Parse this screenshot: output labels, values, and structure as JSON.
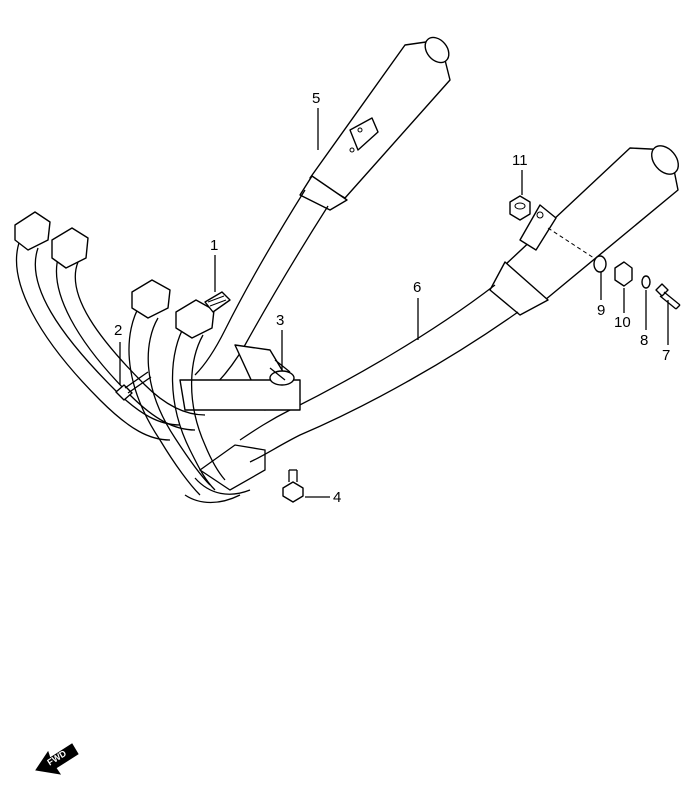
{
  "callouts": [
    {
      "id": "1",
      "label": "1"
    },
    {
      "id": "2",
      "label": "2"
    },
    {
      "id": "3",
      "label": "3"
    },
    {
      "id": "4",
      "label": "4"
    },
    {
      "id": "5",
      "label": "5"
    },
    {
      "id": "6",
      "label": "6"
    },
    {
      "id": "7",
      "label": "7"
    },
    {
      "id": "8",
      "label": "8"
    },
    {
      "id": "9",
      "label": "9"
    },
    {
      "id": "10",
      "label": "10"
    },
    {
      "id": "11",
      "label": "11"
    }
  ],
  "fwd_badge": {
    "text": "FWD",
    "icon": "forward-arrow-icon"
  },
  "colors": {
    "ink": "#000000",
    "paper": "#ffffff"
  }
}
